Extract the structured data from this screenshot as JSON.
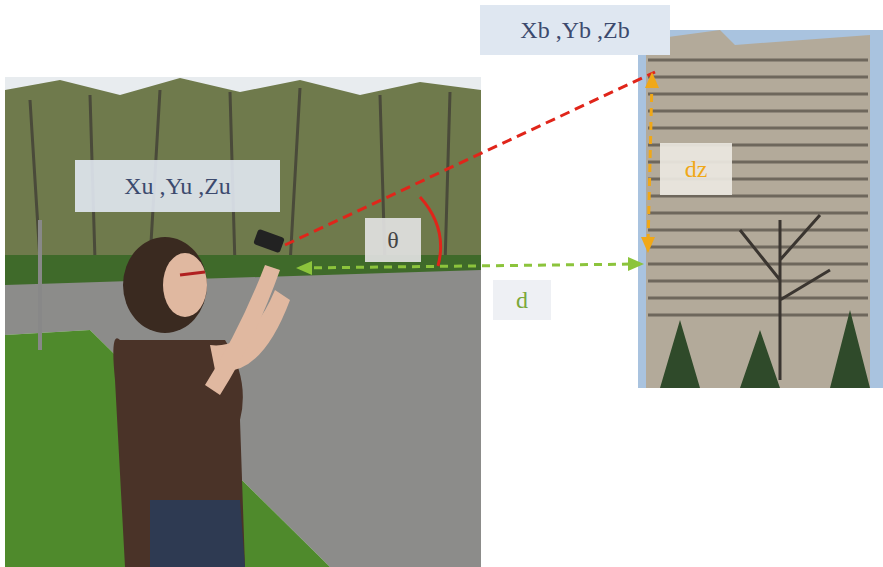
{
  "diagram": {
    "nodes": [
      {
        "text": [
          "Xb ,Yb ,Zb"
        ]
      },
      {
        "text": [
          "Xu ,Yu ,Zu"
        ]
      },
      {
        "text": [
          "dz"
        ]
      },
      {
        "text": [
          "θ"
        ]
      },
      {
        "text": [
          "d"
        ]
      }
    ]
  }
}
